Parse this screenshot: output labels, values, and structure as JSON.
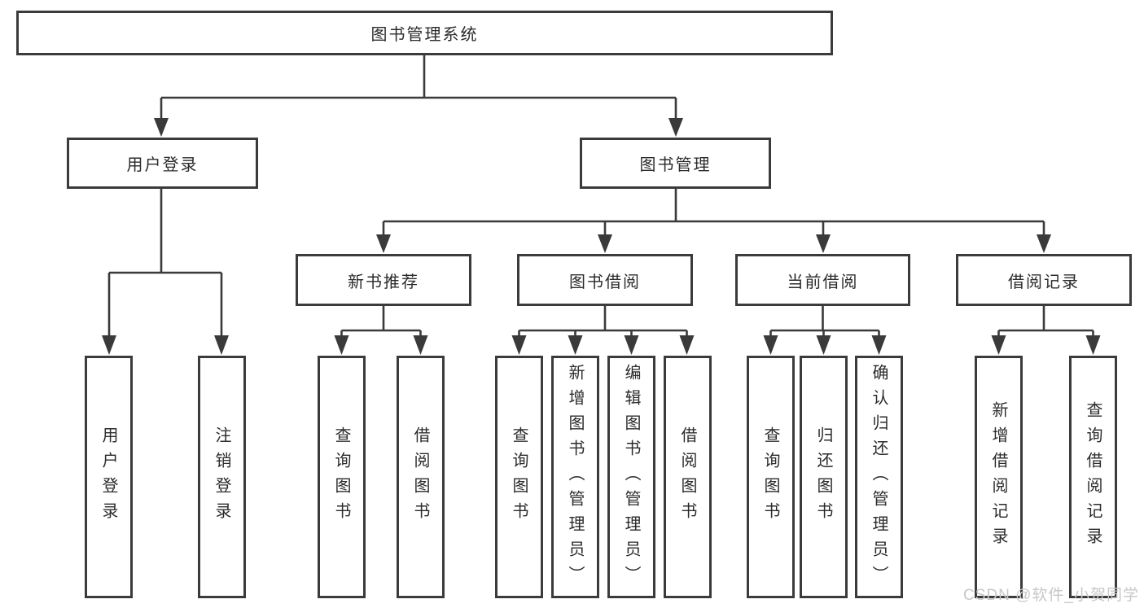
{
  "tree": {
    "root": "图书管理系统",
    "login": {
      "label": "用户登录",
      "children": [
        "用户登录",
        "注销登录"
      ]
    },
    "management": {
      "label": "图书管理",
      "sections": [
        {
          "label": "新书推荐",
          "children": [
            "查询图书",
            "借阅图书"
          ]
        },
        {
          "label": "图书借阅",
          "children": [
            "查询图书",
            "新增图书（管理员）",
            "编辑图书（管理员）",
            "借阅图书"
          ]
        },
        {
          "label": "当前借阅",
          "children": [
            "查询图书",
            "归还图书",
            "确认归还（管理员）"
          ]
        },
        {
          "label": "借阅记录",
          "children": [
            "新增借阅记录",
            "查询借阅记录"
          ]
        }
      ]
    }
  },
  "watermark": "CSDN @软件_小贺同学",
  "colors": {
    "line": "#3a3a3a",
    "box_border": "#3b3b3b",
    "text": "#2b2b2b",
    "watermark": "#c7c7c7",
    "background": "#ffffff"
  }
}
